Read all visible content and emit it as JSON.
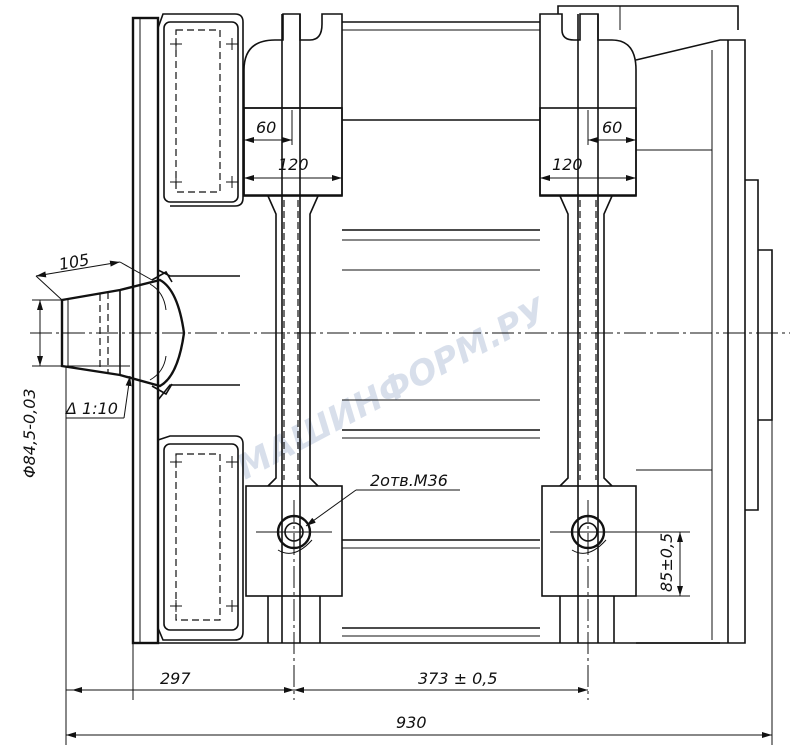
{
  "dimensions": {
    "d60_left": "60",
    "d60_right": "60",
    "d120_left": "120",
    "d120_right": "120",
    "d105": "105",
    "diameter": "Φ84,5-0,03",
    "taper": "Δ 1:10",
    "holes": "2отв.М36",
    "d85": "85±0,5",
    "d297": "297",
    "d373": "373 ± 0,5",
    "d930": "930"
  },
  "watermark": "МАШИНФОРМ.РУ",
  "colors": {
    "line": "#111111",
    "watermark": "#b9c6dc",
    "background": "#ffffff"
  }
}
